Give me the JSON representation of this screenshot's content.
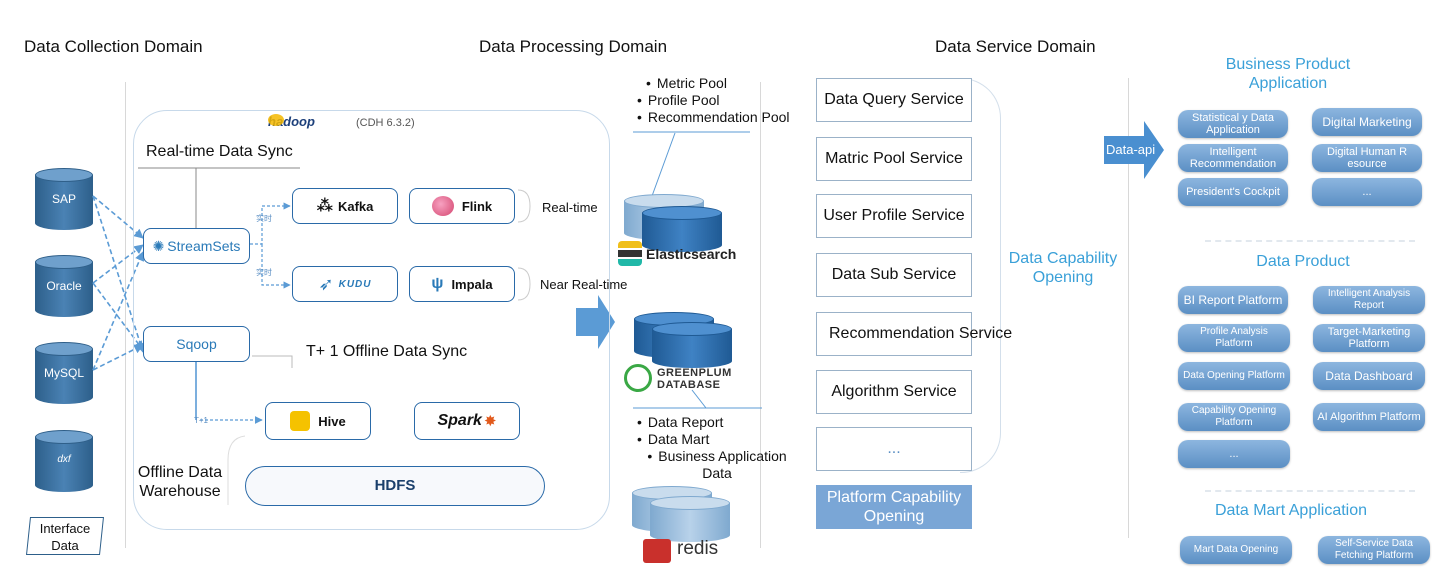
{
  "domains": {
    "collection": "Data Collection Domain",
    "processing": "Data Processing Domain",
    "service": "Data Service Domain"
  },
  "sources": [
    "SAP",
    "Oracle",
    "MySQL",
    "dxf"
  ],
  "interface_data": "Interface Data",
  "hadoop": {
    "logo": "hadoop",
    "version": "(CDH 6.3.2)"
  },
  "processing": {
    "realtime_sync": "Real-time Data Sync",
    "streamsets": "StreamSets",
    "sqoop": "Sqoop",
    "kafka": "Kafka",
    "flink": "Flink",
    "kudu": "KUDU",
    "impala": "Impala",
    "hive": "Hive",
    "spark": "Spark",
    "hdfs": "HDFS",
    "realtime": "Real-time",
    "near_realtime": "Near Real-time",
    "offline_sync": "T+ 1 Offline Data Sync",
    "offline_warehouse": "Offline Data Warehouse",
    "tag1": "实时",
    "tag2": "实时",
    "tag3": "T+1"
  },
  "storage": {
    "pools": [
      "Metric Pool",
      "Profile Pool",
      "Recommendation Pool"
    ],
    "elasticsearch": "Elasticsearch",
    "greenplum_line1": "GREENPLUM",
    "greenplum_line2": "DATABASE",
    "reports": [
      "Data Report",
      "Data Mart",
      "Business Application Data"
    ],
    "redis": "redis"
  },
  "services": [
    "Data Query Service",
    "Matric  Pool Service",
    "User Profile  Service",
    "Data Sub Service",
    "Recommendation Service",
    "Algorithm Service",
    "..."
  ],
  "platform_capability": "Platform Capability Opening",
  "data_capability": "Data Capability Opening",
  "data_api": "Data-api",
  "business_product": {
    "title": "Business Product Application",
    "items": [
      "Statistical y Data Application",
      "Digital Marketing",
      "Intelligent Recommendation",
      "Digital Human R esource",
      "President's Cockpit",
      "..."
    ]
  },
  "data_product": {
    "title": "Data Product",
    "items": [
      "BI Report Platform",
      "Intelligent Analysis Report",
      "Profile Analysis Platform",
      "Target-Marketing Platform",
      "Data Opening Platform",
      "Data Dashboard",
      "Capability Opening Platform",
      "AI Algorithm Platform",
      "..."
    ]
  },
  "data_mart": {
    "title": "Data Mart  Application",
    "items": [
      "Mart Data Opening",
      "Self-Service Data Fetching Platform"
    ]
  },
  "colors": {
    "accent": "#3aa0d8",
    "primary": "#2a6aa8",
    "pill": "#5b8fc4"
  }
}
